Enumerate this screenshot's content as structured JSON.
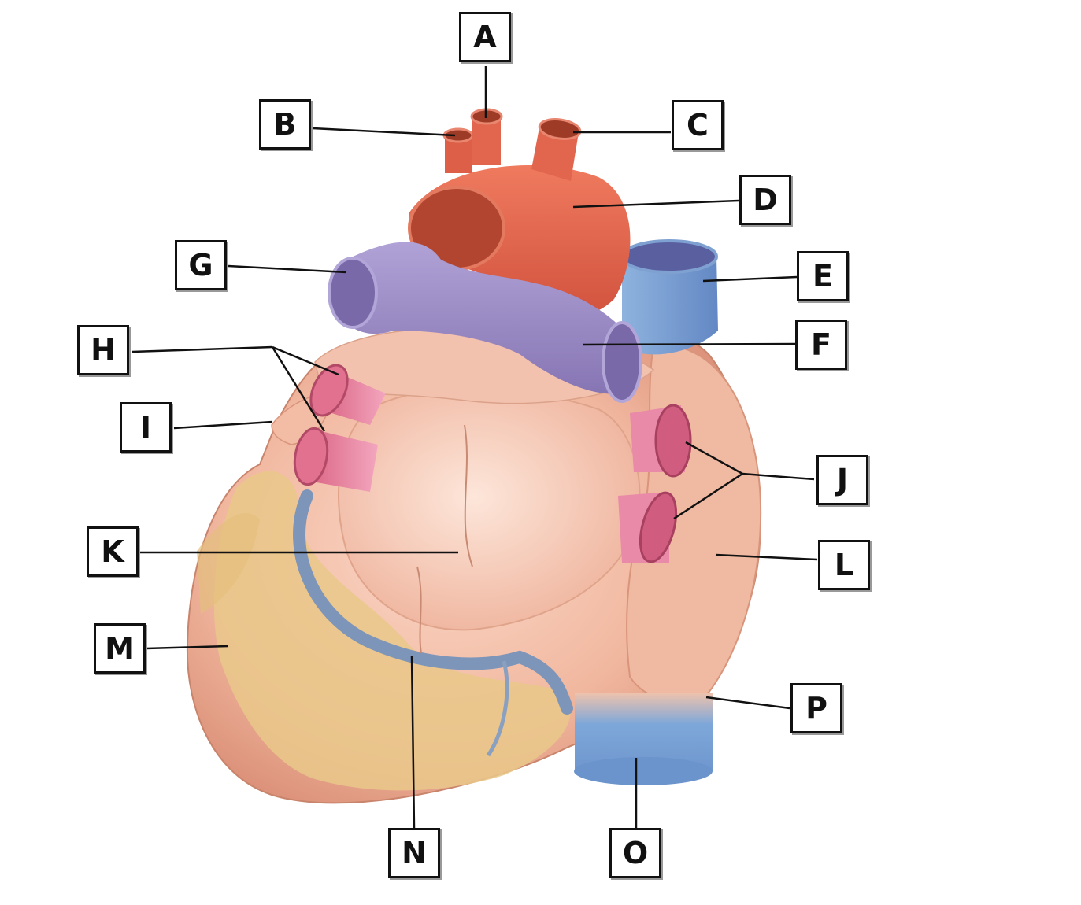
{
  "labels": {
    "A": "A",
    "B": "B",
    "C": "C",
    "D": "D",
    "E": "E",
    "F": "F",
    "G": "G",
    "H": "H",
    "I": "I",
    "J": "J",
    "K": "K",
    "L": "L",
    "M": "M",
    "N": "N",
    "O": "O",
    "P": "P"
  },
  "colors": {
    "aorta": "#e0614a",
    "pulmonary_artery": "#9d8cc4",
    "vena_cava": "#7fa6d4",
    "pulmonary_vein": "#e07a9c",
    "myocardium": "#f2b9a2",
    "fat": "#e9c889",
    "coronary_vessel": "#7d95b8"
  }
}
